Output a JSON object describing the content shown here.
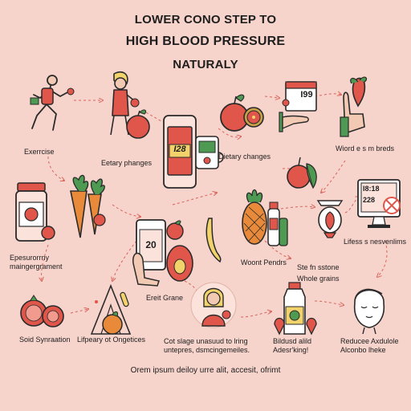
{
  "title": {
    "line1": "LOWER CONO STEP TO",
    "line2": "HIGH BLOOD PRESSURE",
    "line3": "NATURALY"
  },
  "labels": {
    "exercise": "Exerrcise",
    "eating_changes": "Eetary phanges",
    "dietary_changes": "Dietary changes",
    "word_breds": "Wiord e s m breds",
    "monitor_line1": "Epesurorrny",
    "monitor_line2": "maingergrament",
    "erelt_grane": "Ereit Grane",
    "wont_pondrs": "Woont Pendrs",
    "whole_line1": "Ste fn sstone",
    "whole_line2": "Whole grains",
    "lifestyle": "Lifess s nesvenlims",
    "sold_syn": "Soid Synraation",
    "lifestyle_ong": "Lifpeary ot Ongetices",
    "center_line1": "Cot slage unasuud to lring",
    "center_line2": "untepres, dsmcingemeiles.",
    "adesking_line1": "Bildusd alild",
    "adesking_line2": "Adesr'king!",
    "reduce_line1": "Reducee Axdulole",
    "reduce_line2": "Alconbo lheke"
  },
  "screen_texts": {
    "bp_monitor": "I28",
    "calendar": "I99",
    "tablet": "20",
    "screen_top": "I8:18",
    "screen_bottom": "228"
  },
  "footer": "Orem ipsum deiloy urre alit, accesit, ofrimt",
  "colors": {
    "background": "#f6d3cb",
    "outline": "#2a2a2a",
    "red": "#e0564a",
    "green": "#4f9a52",
    "orange": "#e88a3a",
    "yellow": "#f2d36b",
    "arrow": "#d9655b"
  }
}
